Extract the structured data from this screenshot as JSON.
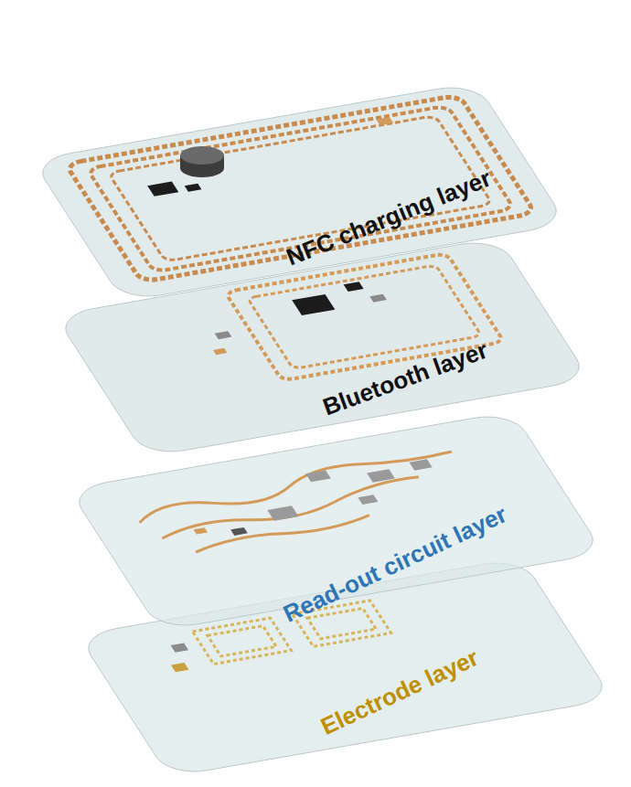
{
  "diagram": {
    "labels": [
      "NFC charging layer",
      "Bluetooth layer",
      "Read-out circuit layer",
      "Electrode layer"
    ]
  }
}
